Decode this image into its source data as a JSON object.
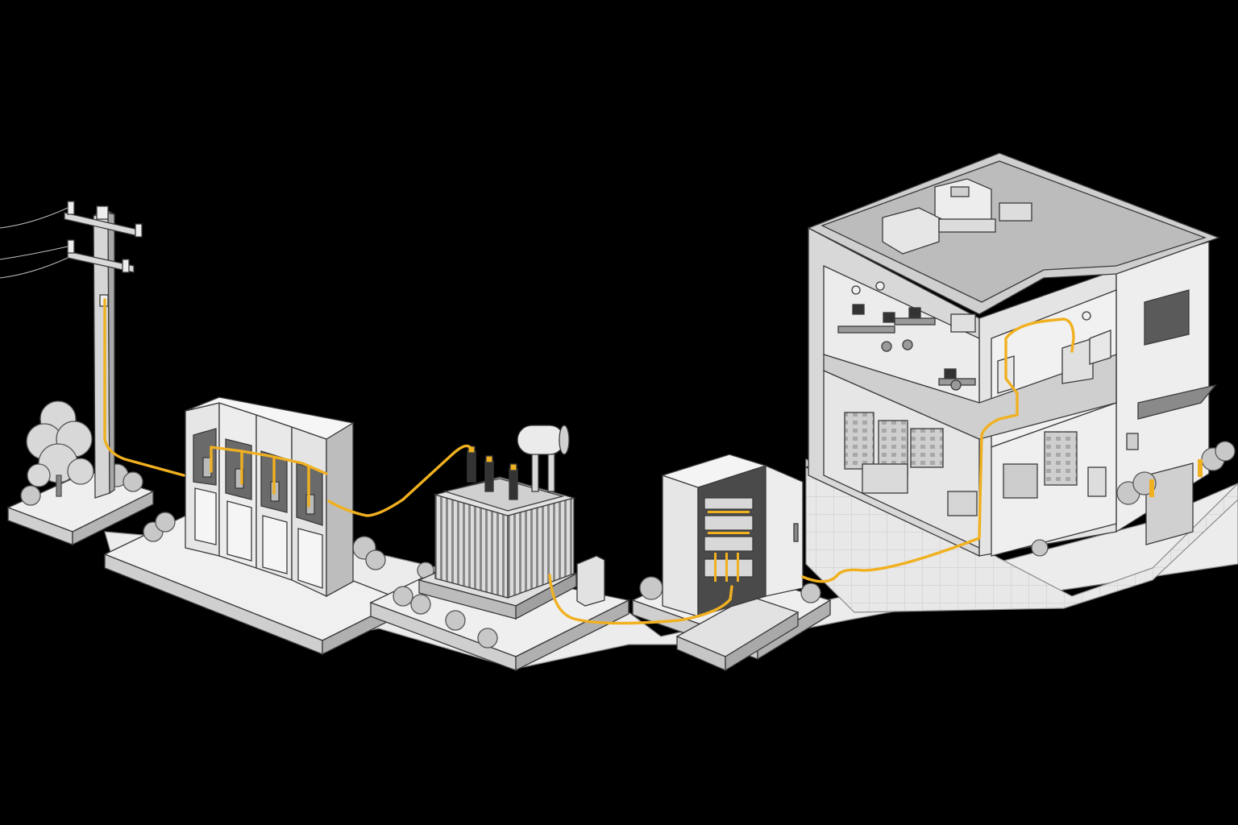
{
  "diagram": {
    "type": "isometric power distribution path",
    "text_labels": [],
    "stages": [
      {
        "name": "utility-pole",
        "order": 1
      },
      {
        "name": "switchgear",
        "order": 2
      },
      {
        "name": "transformer",
        "order": 3
      },
      {
        "name": "distribution-cabinet",
        "order": 4
      },
      {
        "name": "building",
        "order": 5
      }
    ]
  },
  "colors": {
    "background": "#000000",
    "cable": "#f0b020",
    "pad_light": "#f2f2f2",
    "pad_mid": "#d9d9d9",
    "pad_dark": "#b5b5b5",
    "line": "#3a3a3a"
  }
}
